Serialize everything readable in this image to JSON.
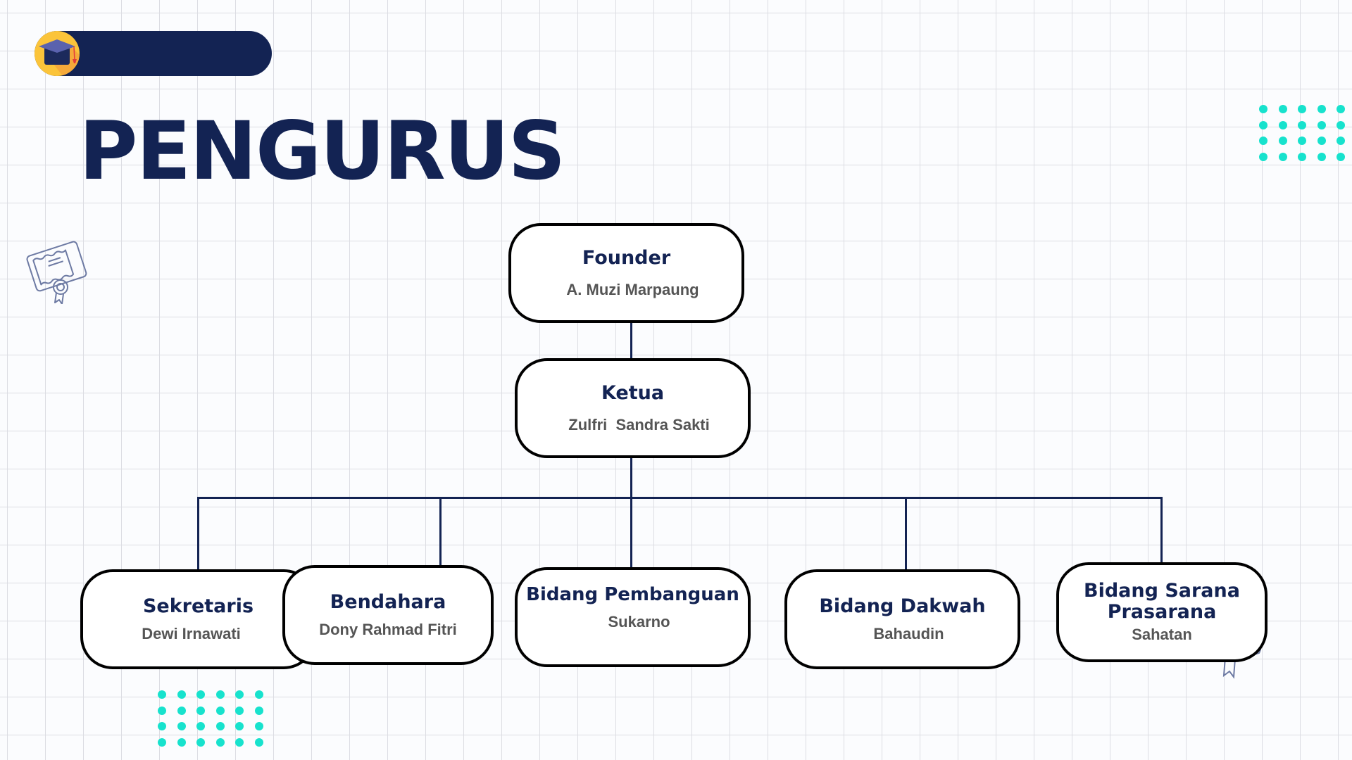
{
  "slide": {
    "title": "PENGURUS",
    "header_icon": "graduation-cap-icon",
    "decorations": [
      "certificate-icon",
      "dot-grid",
      "dot-grid"
    ]
  },
  "colors": {
    "navy": "#132353",
    "accent_yellow": "#fbc43a",
    "dots_teal": "#17e2cd",
    "name_gray": "#555555"
  },
  "org_chart": {
    "root": {
      "role": "Founder",
      "name": "A. Muzi Marpaung"
    },
    "head": {
      "role": "Ketua",
      "name": "Zulfri  Sandra Sakti"
    },
    "members": [
      {
        "role": "Sekretaris",
        "name": "Dewi Irnawati"
      },
      {
        "role": "Bendahara",
        "name": "Dony Rahmad Fitri"
      },
      {
        "role": "Bidang Pembanguan",
        "name": "Sukarno"
      },
      {
        "role": "Bidang Dakwah",
        "name": "Bahaudin"
      },
      {
        "role": "Bidang Sarana Prasarana",
        "name": "Sahatan"
      }
    ]
  }
}
